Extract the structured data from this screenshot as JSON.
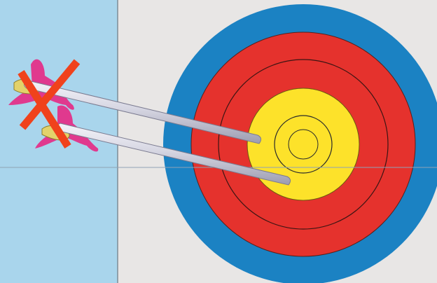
{
  "scene": {
    "description_elements": [
      "panel",
      "target",
      "arrows",
      "wrong-mark"
    ],
    "colors": {
      "background": "#e8e6e5",
      "side_panel": "#a9d5ec",
      "panel_divider": "#7a8a96",
      "horizon_line": "#8fa3b5",
      "ring_blue": "#1b82c3",
      "ring_red": "#e5322d",
      "ring_yellow": "#fde22a",
      "ring_line": "#2a2a2a",
      "arrow_shaft": "#c9c9d6",
      "arrow_highlight": "#f3f3f8",
      "fletching_pink": "#e0398e",
      "fletching_yellow": "#e3d26a",
      "wrong_mark": "#f0421c"
    },
    "icons": [
      "archery-target-icon",
      "arrow-icon",
      "cross-mark-icon"
    ]
  }
}
